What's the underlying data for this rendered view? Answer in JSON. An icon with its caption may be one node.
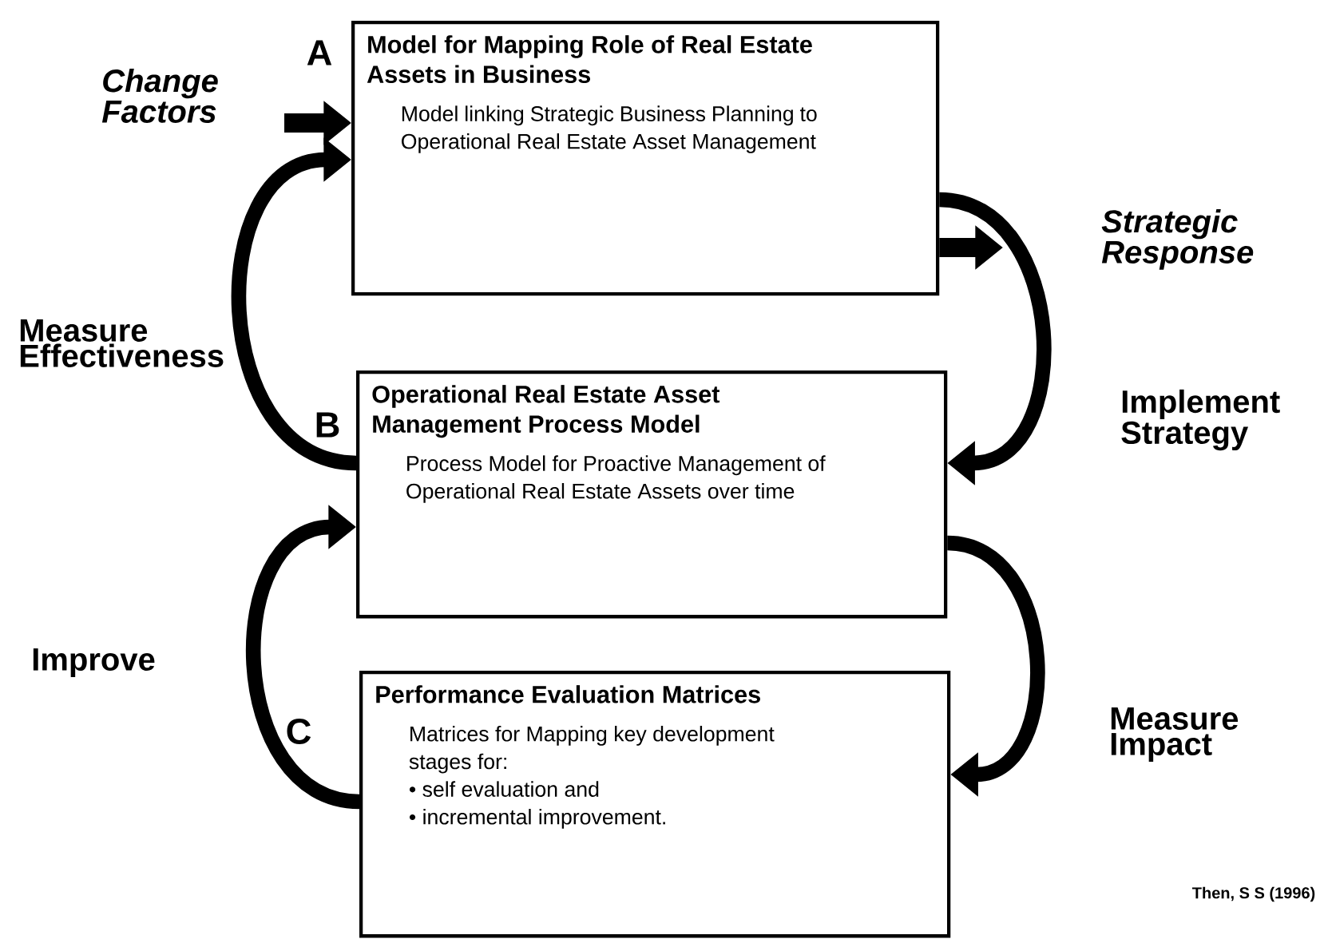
{
  "diagram": {
    "nodes": [
      {
        "text": [
          "Model for Mapping Role of Real Estate Assets in Business",
          "Model linking Strategic Business Planning to Operational Real Estate Asset Management"
        ],
        "beside": [
          "A"
        ]
      },
      {
        "text": [
          "Operational Real Estate Asset Management Process Model",
          "Process Model for Proactive Management of Operational Real Estate Assets over time"
        ],
        "beside": [
          "B"
        ]
      },
      {
        "text": [
          "Performance Evaluation Matrices",
          "Matrices for Mapping key development stages for:",
          "• self evaluation and",
          "• incremental improvement."
        ],
        "beside": [
          "C"
        ]
      }
    ],
    "edges": [
      {
        "from": null,
        "to": 0,
        "arrow": "to",
        "label": "Change Factors"
      },
      {
        "from": 0,
        "to": null,
        "arrow": "to",
        "label": "Strategic Response"
      },
      {
        "from": 0,
        "to": 1,
        "arrow": "to",
        "label": "Implement Strategy"
      },
      {
        "from": 1,
        "to": 0,
        "arrow": "to",
        "label": "Measure Effectiveness"
      },
      {
        "from": 1,
        "to": 2,
        "arrow": "to",
        "label": "Measure Impact"
      },
      {
        "from": 2,
        "to": 1,
        "arrow": "to",
        "label": "Improve"
      }
    ],
    "labels": [
      "Then, S S (1996)"
    ]
  }
}
